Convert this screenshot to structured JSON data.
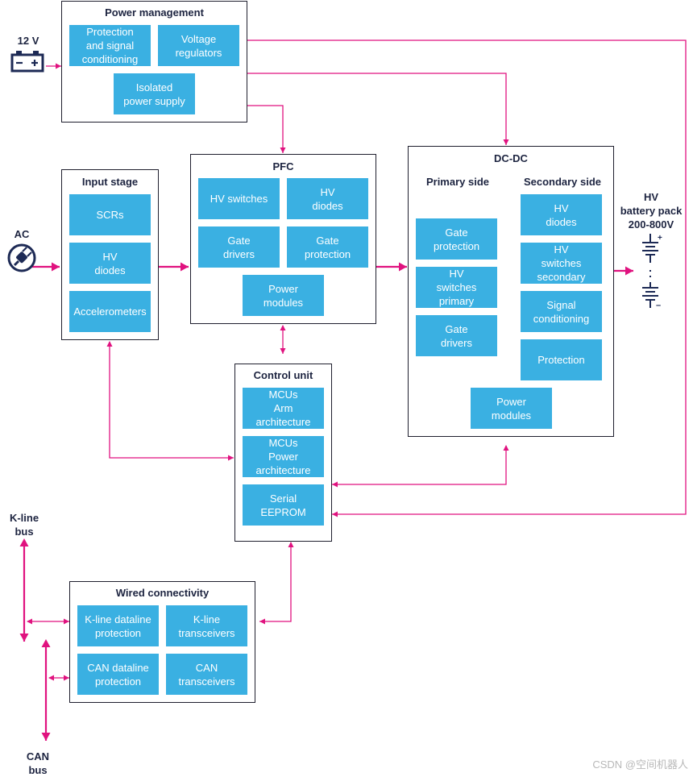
{
  "diagram": {
    "accent_color": "#e0127f",
    "block_color": "#3ab0e2",
    "frame_color": "#1f1f2e",
    "power_management": {
      "title": "Power management",
      "blocks": [
        "Protection\nand signal\nconditioning",
        "Voltage\nregulators",
        "Isolated\npower supply"
      ]
    },
    "pfc": {
      "title": "PFC",
      "blocks": [
        "HV switches",
        "HV\ndiodes",
        "Gate\ndrivers",
        "Gate\nprotection",
        "Power\nmodules"
      ]
    },
    "dcdc": {
      "title": "DC-DC",
      "primary_label": "Primary side",
      "secondary_label": "Secondary side",
      "primary_blocks": [
        "Gate\nprotection",
        "HV\nswitches\nprimary",
        "Gate\ndrivers"
      ],
      "secondary_blocks": [
        "HV\ndiodes",
        "HV\nswitches\nsecondary",
        "Signal\nconditioning",
        "Protection"
      ],
      "power_modules": "Power\nmodules"
    },
    "input_stage": {
      "title": "Input stage",
      "blocks": [
        "SCRs",
        "HV\ndiodes",
        "Accelerometers"
      ]
    },
    "control_unit": {
      "title": "Control unit",
      "blocks": [
        "MCUs\nArm\narchitecture",
        "MCUs\nPower\narchitecture",
        "Serial\nEEPROM"
      ]
    },
    "wired_connectivity": {
      "title": "Wired connectivity",
      "blocks": [
        "K-line dataline\nprotection",
        "K-line\ntransceivers",
        "CAN dataline\nprotection",
        "CAN\ntransceivers"
      ]
    },
    "external": {
      "v12": "12 V",
      "ac": "AC",
      "hv_battery": "HV\nbattery pack\n200-800V",
      "kline_bus": "K-line\nbus",
      "can_bus": "CAN\nbus"
    },
    "icons": [
      "car-battery-icon",
      "ac-plug-icon",
      "hv-battery-cells-icon"
    ],
    "watermark": "CSDN @空间机器人"
  }
}
